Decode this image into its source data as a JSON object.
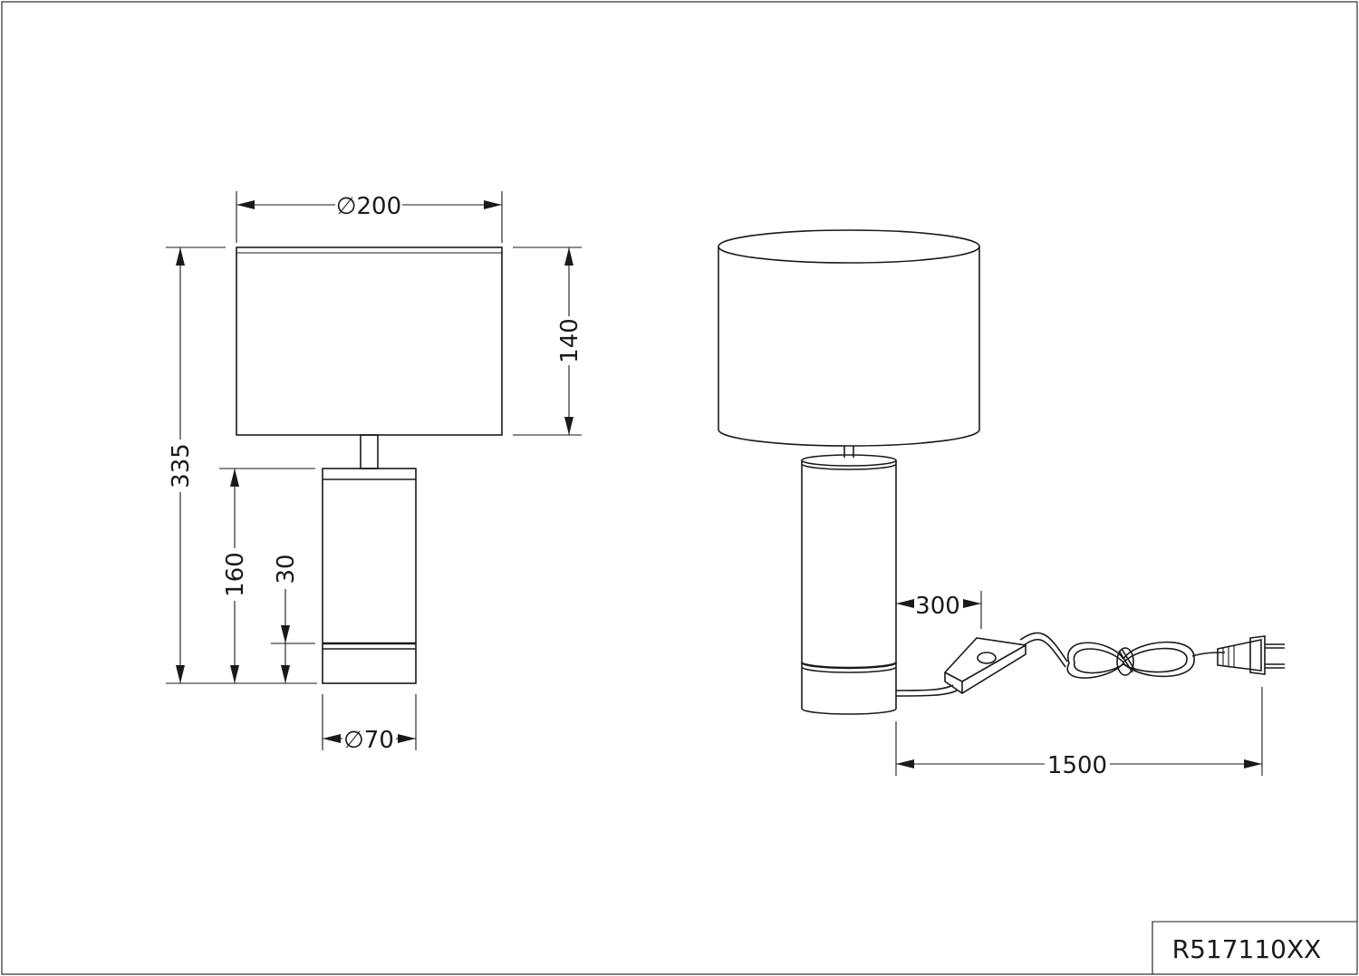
{
  "labels": {
    "shade_diameter": "∅200",
    "shade_height": "140",
    "total_height": "335",
    "base_height": "160",
    "foot_height": "30",
    "base_diameter": "∅70",
    "switch_distance": "300",
    "cable_length": "1500",
    "product_code": "R517110XX"
  }
}
